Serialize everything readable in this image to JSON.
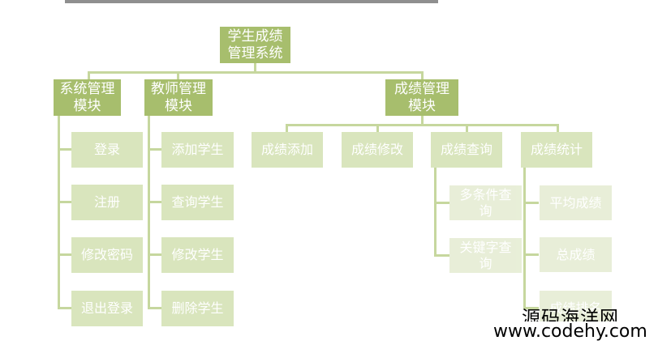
{
  "root": "学生成绩\n管理系统",
  "modules": {
    "system": "系统管理\n模块",
    "teacher": "教师管理\n模块",
    "score": "成绩管理\n模块"
  },
  "system_items": [
    "登录",
    "注册",
    "修改密码",
    "退出登录"
  ],
  "teacher_items": [
    "添加学生",
    "查询学生",
    "修改学生",
    "删除学生"
  ],
  "score_items": [
    "成绩添加",
    "成绩修改",
    "成绩查询",
    "成绩统计"
  ],
  "query_items": [
    "多条件查\n询",
    "关键字查\n询"
  ],
  "stats_items": [
    "平均成绩",
    "总成绩",
    "成绩排名"
  ],
  "watermark": {
    "line1": "源码海洋网",
    "line2": "www.codehy.com"
  },
  "colors": {
    "node_dark": "#a7be6d",
    "node_light": "#d9e5bd",
    "connector": "#c6d79e"
  }
}
